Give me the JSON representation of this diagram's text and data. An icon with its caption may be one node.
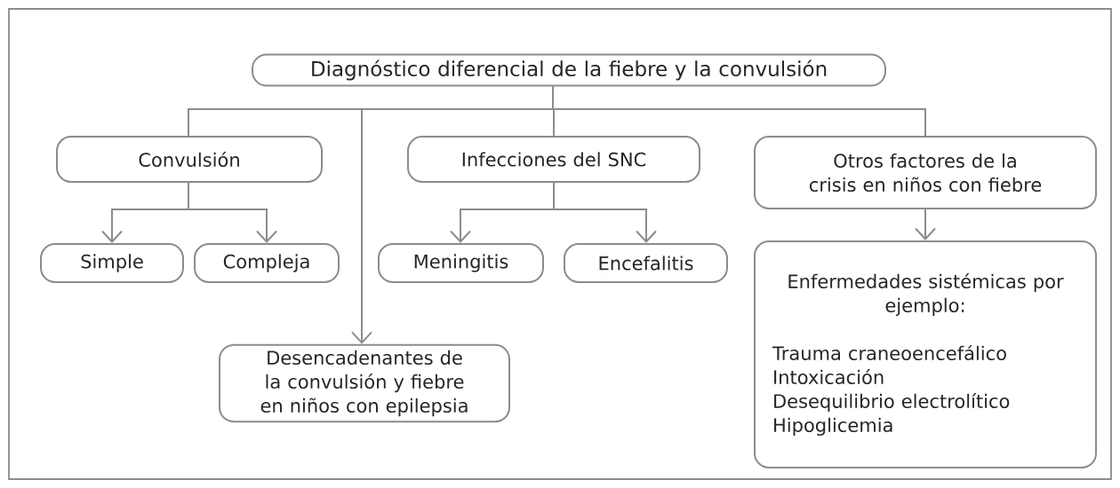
{
  "diagram": {
    "nodes": [
      {
        "text": [
          "Diagnóstico diferencial de la fiebre y la convulsión"
        ]
      },
      {
        "text": [
          "Convulsión"
        ]
      },
      {
        "text": [
          "Infecciones del SNC"
        ]
      },
      {
        "text": [
          "Otros factores de la crisis en niños con fiebre"
        ]
      },
      {
        "text": [
          "Simple"
        ]
      },
      {
        "text": [
          "Compleja"
        ]
      },
      {
        "text": [
          "Meningitis"
        ]
      },
      {
        "text": [
          "Encefalitis"
        ]
      },
      {
        "text": [
          "Desencadenantes de la convulsión y fiebre en niños con epilepsia"
        ]
      },
      {
        "text": [
          "Enfermedades sistémicas por ejemplo:",
          "Trauma craneoencefálico",
          "Intoxicación",
          "Desequilibrio electrolítico",
          "Hipoglicemia"
        ]
      }
    ],
    "edges": [
      {
        "from": 0,
        "to": 1,
        "arrow": "none"
      },
      {
        "from": 0,
        "to": 8,
        "arrow": "to"
      },
      {
        "from": 0,
        "to": 2,
        "arrow": "none"
      },
      {
        "from": 0,
        "to": 3,
        "arrow": "none"
      },
      {
        "from": 1,
        "to": 4,
        "arrow": "to"
      },
      {
        "from": 1,
        "to": 5,
        "arrow": "to"
      },
      {
        "from": 2,
        "to": 6,
        "arrow": "to"
      },
      {
        "from": 2,
        "to": 7,
        "arrow": "to"
      },
      {
        "from": 3,
        "to": 9,
        "arrow": "to"
      }
    ]
  }
}
